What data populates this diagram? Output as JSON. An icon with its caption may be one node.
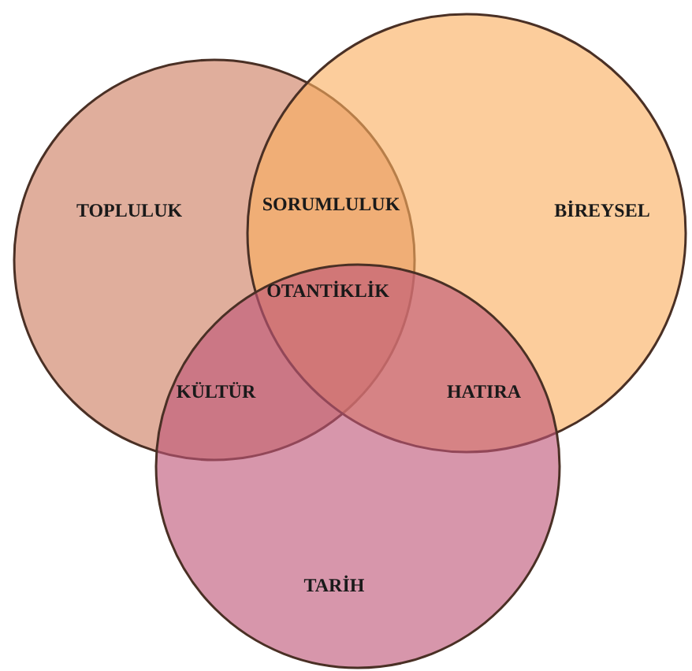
{
  "diagram": {
    "nodes": [
      {
        "text": [
          "TOPLULUK"
        ]
      },
      {
        "text": [
          "BİREYSEL"
        ]
      },
      {
        "text": [
          "TARİH"
        ]
      }
    ],
    "labels": [
      "SORUMLULUK",
      "OTANTİKLİK",
      "KÜLTÜR",
      "HATIRA"
    ]
  }
}
